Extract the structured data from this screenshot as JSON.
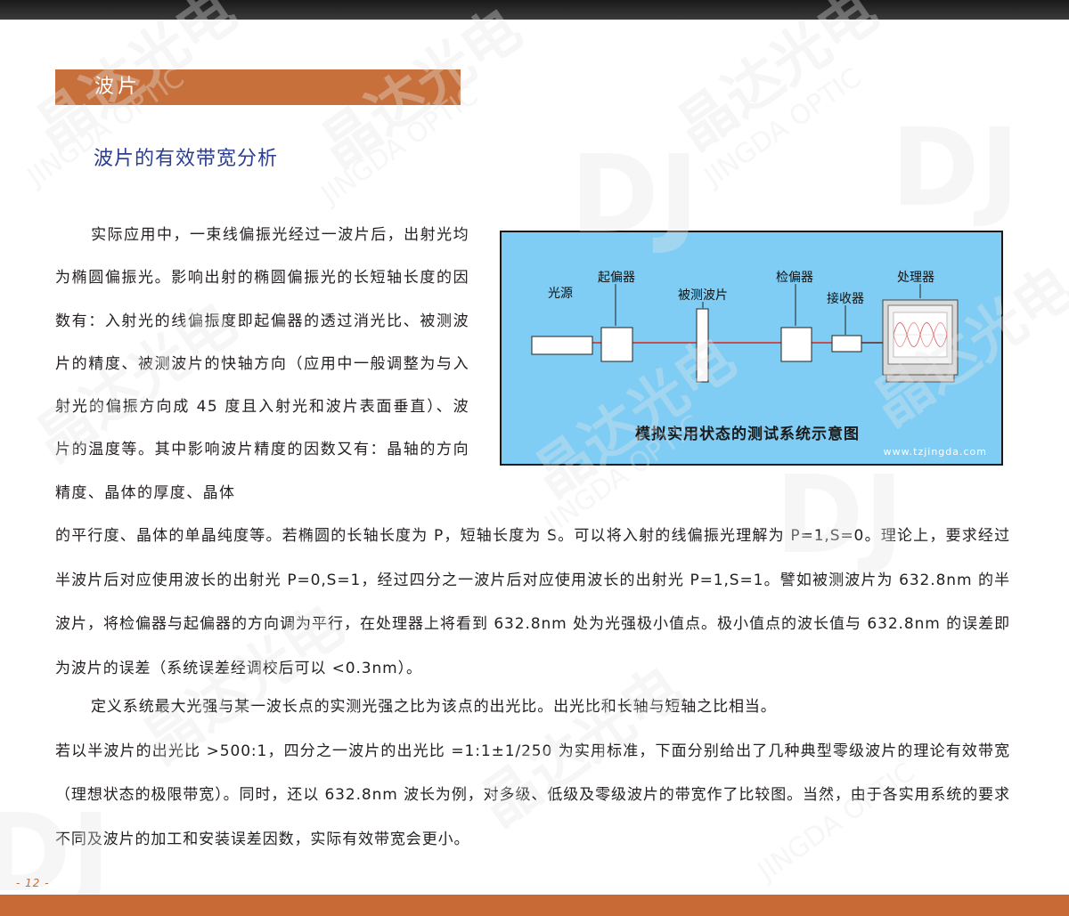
{
  "header": {
    "section_title": "波片",
    "subtitle": "波片的有效带宽分析"
  },
  "body": {
    "paragraph_1_left": "实际应用中，一束线偏振光经过一波片后，出射光均为椭圆偏振光。影响出射的椭圆偏振光的长短轴长度的因数有：入射光的线偏振度即起偏器的透过消光比、被测波片的精度、被测波片的快轴方向（应用中一般调整为与入射光的偏振方向成 45 度且入射光和波片表面垂直）、波片的温度等。其中影响波片精度的因数又有：晶轴的方向精度、晶体的厚度、晶体",
    "paragraph_1_full": "的平行度、晶体的单晶纯度等。若椭圆的长轴长度为 P，短轴长度为 S。可以将入射的线偏振光理解为 P=1,S=0。理论上，要求经过半波片后对应使用波长的出射光 P=0,S=1，经过四分之一波片后对应使用波长的出射光 P=1,S=1。譬如被测波片为 632.8nm 的半波片，将检偏器与起偏器的方向调为平行，在处理器上将看到 632.8nm 处为光强极小值点。极小值点的波长值与 632.8nm 的误差即为波片的误差（系统误差经调校后可以 <0.3nm）。",
    "paragraph_2_line1": "定义系统最大光强与某一波长点的实测光强之比为该点的出光比。出光比和长轴与短轴之比相当。",
    "paragraph_2_rest": "若以半波片的出光比 >500:1，四分之一波片的出光比 =1:1±1/250 为实用标准，下面分别给出了几种典型零级波片的理论有效带宽（理想状态的极限带宽）。同时，还以 632.8nm 波长为例，对多级、低级及零级波片的带宽作了比较图。当然，由于各实用系统的要求不同及波片的加工和安装误差因数，实际有效带宽会更小。"
  },
  "diagram": {
    "labels": {
      "light_source": "光源",
      "polarizer": "起偏器",
      "test_waveplate": "被测波片",
      "analyzer": "检偏器",
      "receiver": "接收器",
      "processor": "处理器"
    },
    "caption": "模拟实用状态的测试系统示意图",
    "url": "www.tzjingda.com",
    "colors": {
      "background": "#7fcdf4",
      "beam": "#d9261c"
    }
  },
  "watermark": {
    "brand_cn": "晶达光电",
    "brand_en": "JINGDA OPTIC",
    "logo": "DJ"
  },
  "footer": {
    "page_number": "- 12 -"
  }
}
